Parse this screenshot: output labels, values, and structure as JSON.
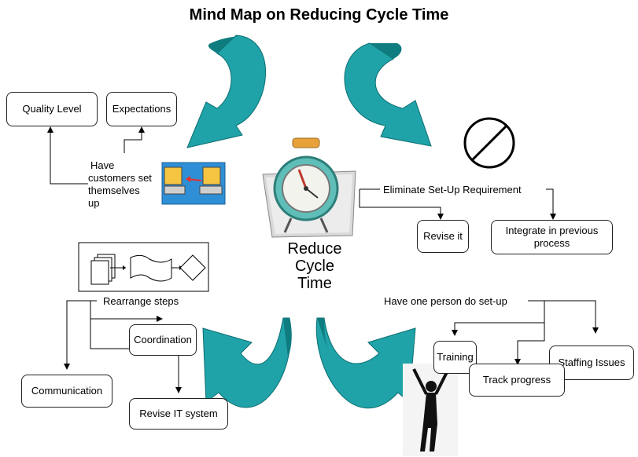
{
  "title": "Mind Map on Reducing Cycle Time",
  "center": {
    "lines": [
      "Reduce",
      "Cycle",
      "Time"
    ]
  },
  "branches": {
    "customers": {
      "label_lines": [
        "Have",
        "customers set",
        "themselves",
        "up"
      ],
      "children": [
        "Quality Level",
        "Expectations"
      ]
    },
    "eliminate": {
      "label": "Eliminate Set-Up Requirement",
      "children": [
        "Revise it",
        "Integrate in previous process"
      ]
    },
    "rearrange": {
      "label": "Rearrange steps",
      "children": [
        "Coordination",
        "Communication",
        "Revise IT system"
      ]
    },
    "one_person": {
      "label": "Have one person do set-up",
      "children": [
        "Training",
        "Staffing Issues",
        "Track progress"
      ]
    }
  },
  "icons": [
    "circular-arrow-icon",
    "prohibition-sign-icon",
    "alarm-clock-icon",
    "computers-transfer-icon",
    "flowchart-icon",
    "person-arms-raised-icon"
  ],
  "colors": {
    "arrow_fill": "#1fa3a8",
    "arrow_edge": "#0d6e72",
    "transfer_arrow": "#e8302a"
  }
}
